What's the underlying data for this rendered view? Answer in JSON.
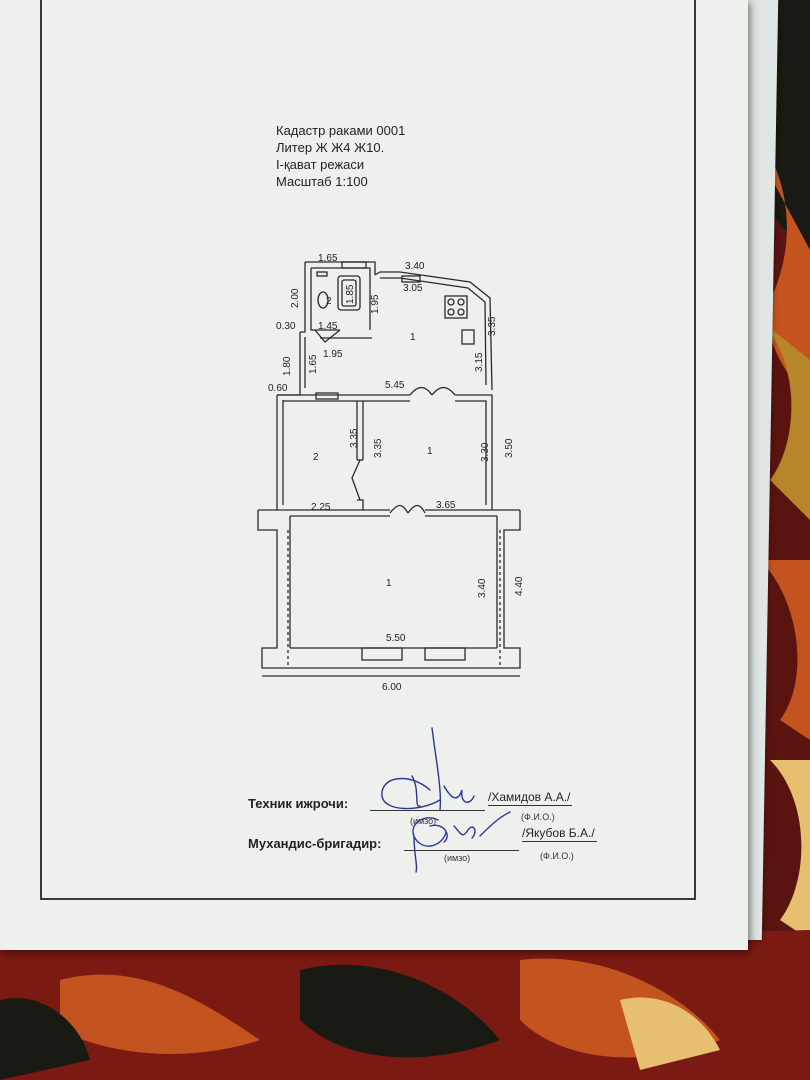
{
  "header": {
    "line1": "Кадастр раками 0001",
    "line2": "Литер Ж  Ж4  Ж10.",
    "line3": "I-қават режаси",
    "line4": "Масштаб 1:100"
  },
  "rooms": {
    "r_bath": "2",
    "r_kitchen": "1",
    "r_mid_left": "2",
    "r_mid_right": "1",
    "r_big": "1"
  },
  "dimensions": {
    "d165": "1.65",
    "d340top": "3.40",
    "d305": "3.05",
    "d200": "2.00",
    "d185": "1.85",
    "d195v": "1.95",
    "d030": "0.30",
    "d145": "1.45",
    "d335r": "3.35",
    "d180": "1.80",
    "d165v": "1.65",
    "d195h": "1.95",
    "d315": "3.15",
    "d060": "0.60",
    "d545": "5.45",
    "d335a": "3.35",
    "d335b": "3.35",
    "d330": "3.30",
    "d350": "3.50",
    "d225": "2.25",
    "d365": "3.65",
    "d340": "3.40",
    "d440": "4.40",
    "d550": "5.50",
    "d600": "6.00"
  },
  "signatures": {
    "tech_label": "Техник ижрочи:",
    "tech_name": "/Хамидов А.А./",
    "tech_sign_caption": "(имзо)",
    "tech_fio_caption": "(Ф.И.О.)",
    "eng_label": "Мухандис-бригадир:",
    "eng_name": "/Якубов Б.А./",
    "eng_sign_caption": "(имзо)",
    "eng_fio_caption": "(Ф.И.О.)"
  },
  "colors": {
    "paper": "#eef0ee",
    "ink": "#222222",
    "signature_ink": "#2b3a8a",
    "carpet_red": "#7a1a12",
    "carpet_orange": "#c4541f",
    "carpet_dark": "#1a1a14"
  }
}
